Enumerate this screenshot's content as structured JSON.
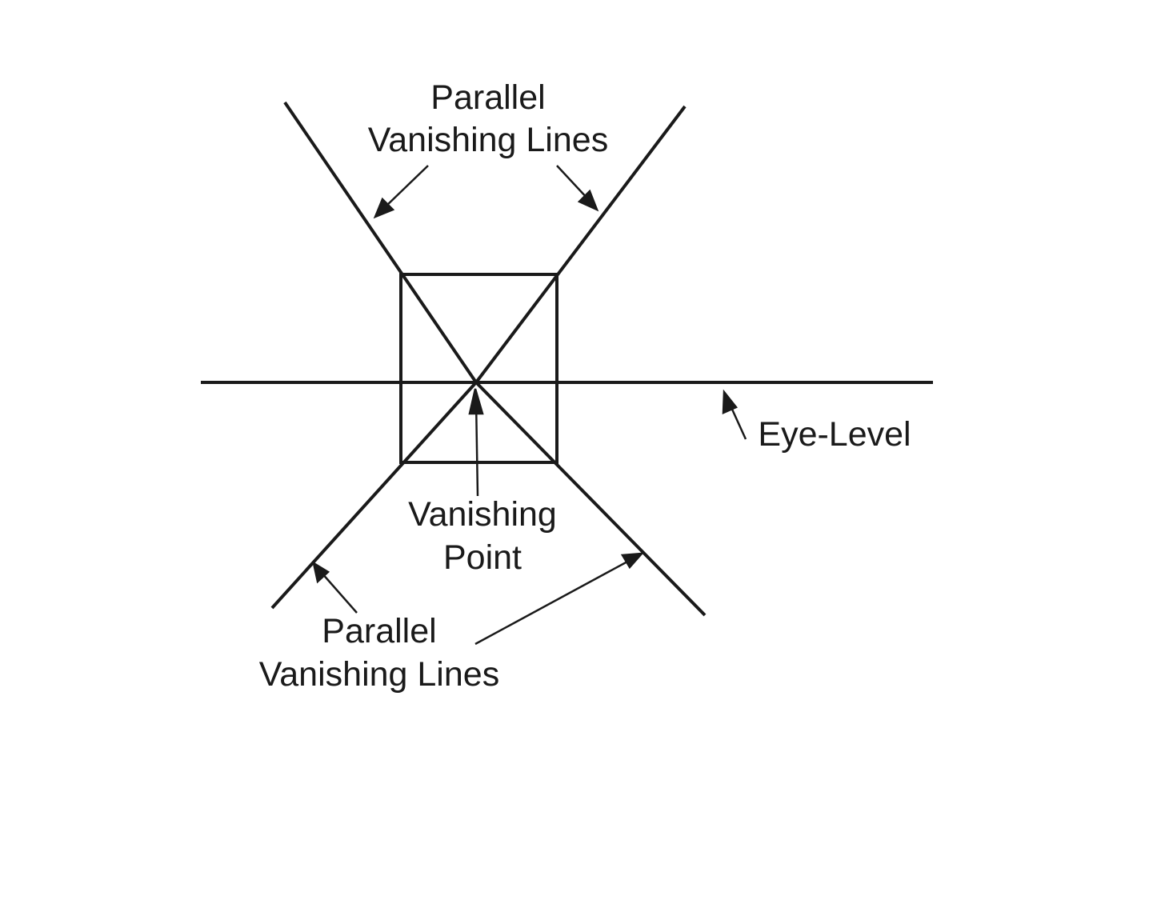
{
  "labels": {
    "top_lines": [
      "Parallel",
      "Vanishing Lines"
    ],
    "bottom_lines": [
      "Parallel",
      "Vanishing Lines"
    ],
    "vanishing_point": [
      "Vanishing",
      "Point"
    ],
    "eye_level": "Eye-Level"
  },
  "colors": {
    "ink": "#1a1a1a",
    "background": "#ffffff"
  }
}
